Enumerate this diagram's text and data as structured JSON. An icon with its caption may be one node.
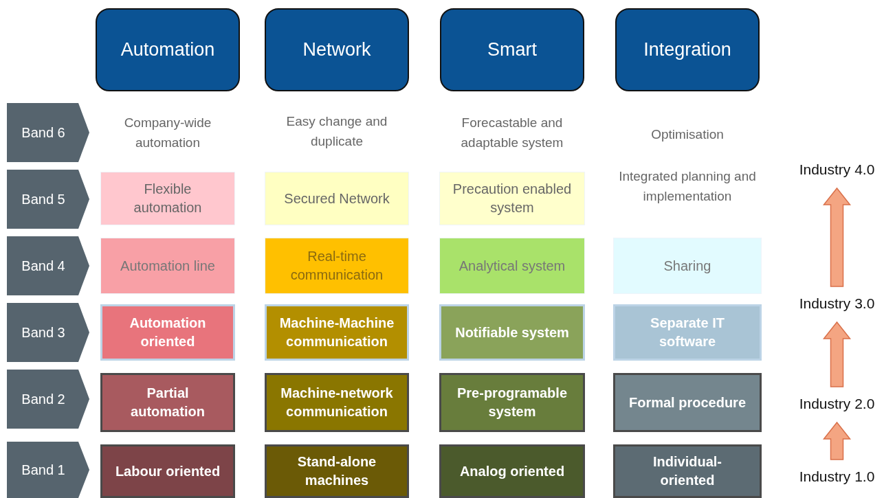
{
  "diagram": {
    "nodes": [
      {
        "text": [
          "Automation"
        ]
      },
      {
        "text": [
          "Network"
        ]
      },
      {
        "text": [
          "Smart"
        ]
      },
      {
        "text": [
          "Integration"
        ]
      },
      {
        "text": [
          "Band 6"
        ]
      },
      {
        "text": [
          "Band 5"
        ]
      },
      {
        "text": [
          "Flexible automation"
        ]
      },
      {
        "text": [
          "Secured Network"
        ]
      },
      {
        "text": [
          "Precaution enabled system"
        ]
      },
      {
        "text": [
          "Industry 4.0"
        ]
      },
      {
        "text": [
          "Band 4"
        ]
      },
      {
        "text": [
          "Automation line"
        ]
      },
      {
        "text": [
          "Real-time communication"
        ]
      },
      {
        "text": [
          "Analytical system"
        ]
      },
      {
        "text": [
          "Sharing"
        ]
      },
      {
        "text": [
          "Industry 3.0"
        ]
      },
      {
        "text": [
          "Band 3"
        ]
      },
      {
        "text": [
          "Automation oriented"
        ]
      },
      {
        "text": [
          "Machine-Machine communication"
        ]
      },
      {
        "text": [
          "Notifiable system"
        ]
      },
      {
        "text": [
          "Separate IT software"
        ]
      },
      {
        "text": [
          "Industry 2.0"
        ]
      },
      {
        "text": [
          "Band 2"
        ]
      },
      {
        "text": [
          "Partial automation"
        ]
      },
      {
        "text": [
          "Machine-network communication"
        ]
      },
      {
        "text": [
          "Pre-programable system"
        ]
      },
      {
        "text": [
          "Formal procedure"
        ]
      },
      {
        "text": [
          "Band 1"
        ]
      },
      {
        "text": [
          "Labour oriented"
        ]
      },
      {
        "text": [
          "Stand-alone machines"
        ]
      },
      {
        "text": [
          "Analog oriented"
        ]
      },
      {
        "text": [
          "Individual-oriented"
        ]
      },
      {
        "text": [
          "Industry 1.0"
        ]
      }
    ],
    "edges": [
      {
        "from": 32,
        "to": 21,
        "arrow": "to",
        "style": "thick",
        "color": "#f4a582"
      },
      {
        "from": 21,
        "to": 15,
        "arrow": "to",
        "style": "thick",
        "color": "#f4a582"
      },
      {
        "from": 15,
        "to": 9,
        "arrow": "to",
        "style": "thick",
        "color": "#f4a582"
      }
    ],
    "labels": [
      "Company-wide automation",
      "Easy change and duplicate",
      "Forecastable and adaptable system",
      "Optimisation",
      "Integrated planning and implementation"
    ]
  }
}
